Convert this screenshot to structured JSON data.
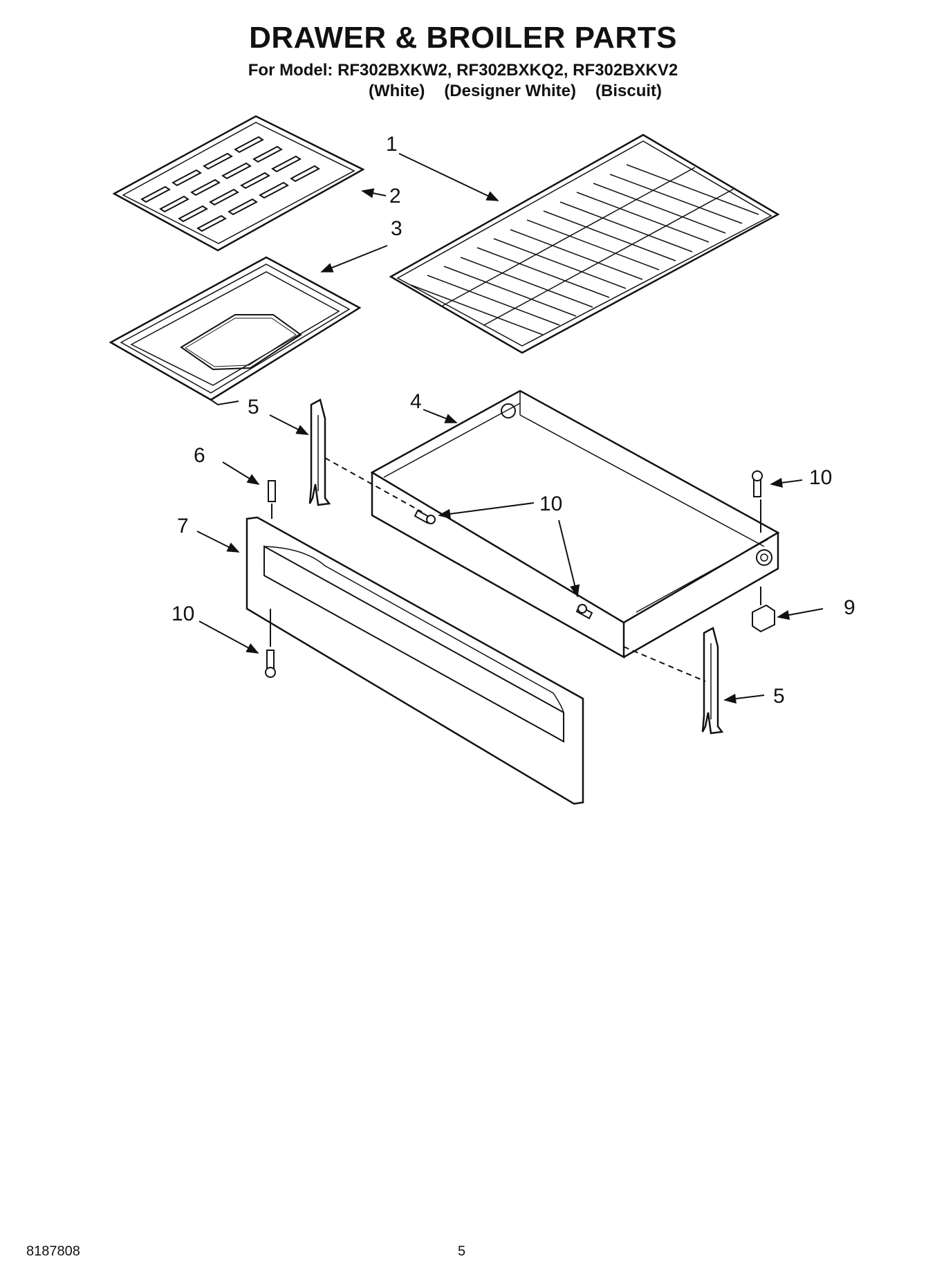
{
  "header": {
    "title": "DRAWER & BROILER PARTS",
    "models_line": "For Model: RF302BXKW2, RF302BXKQ2, RF302BXKV2",
    "variants": [
      "(White)",
      "(Designer White)",
      "(Biscuit)"
    ]
  },
  "callouts": {
    "c1": "1",
    "c2": "2",
    "c3": "3",
    "c4": "4",
    "c5a": "5",
    "c5b": "5",
    "c6": "6",
    "c7": "7",
    "c9": "9",
    "c10a": "10",
    "c10b": "10",
    "c10c": "10",
    "c10d": "10"
  },
  "footer": {
    "doc_number": "8187808",
    "page_number": "5"
  }
}
